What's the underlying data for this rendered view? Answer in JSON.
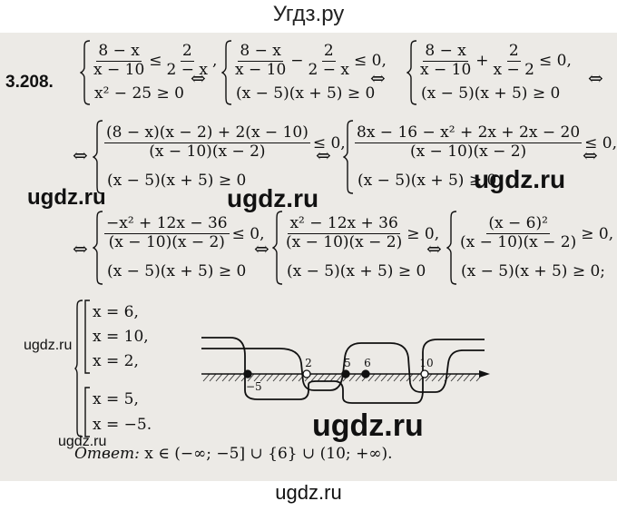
{
  "header": {
    "site_title": "Угдз.ру"
  },
  "footer": {
    "watermark": "ugdz.ru"
  },
  "watermarks": [
    "ugdz.ru",
    "ugdz.ru",
    "ugdz.ru",
    "ugdz.ru",
    "ugdz.ru",
    "ugdz.ru"
  ],
  "problem_number": "3.208.",
  "steps": [
    {
      "rows": [
        {
          "parts": [
            {
              "num": "8 − x",
              "den": "x − 10"
            },
            " ≤ ",
            {
              "num": "2",
              "den": "2 − x"
            },
            ","
          ]
        },
        {
          "parts": [
            "x² − 25 ≥ 0"
          ]
        }
      ]
    },
    {
      "rows": [
        {
          "parts": [
            {
              "num": "8 − x",
              "den": "x − 10"
            },
            " − ",
            {
              "num": "2",
              "den": "2 − x"
            },
            " ≤ 0,"
          ]
        },
        {
          "parts": [
            "(x − 5)(x + 5) ≥ 0"
          ]
        }
      ]
    },
    {
      "rows": [
        {
          "parts": [
            {
              "num": "8 − x",
              "den": "x − 10"
            },
            " + ",
            {
              "num": "2",
              "den": "x − 2"
            },
            " ≤ 0,"
          ]
        },
        {
          "parts": [
            "(x − 5)(x + 5) ≥ 0"
          ]
        }
      ]
    },
    {
      "rows": [
        {
          "parts": [
            {
              "num": "(8 − x)(x − 2) + 2(x − 10)",
              "den": "(x − 10)(x − 2)"
            },
            " ≤ 0,"
          ]
        },
        {
          "parts": [
            "(x − 5)(x + 5) ≥ 0"
          ]
        }
      ]
    },
    {
      "rows": [
        {
          "parts": [
            {
              "num": "8x − 16 − x² + 2x + 2x − 20",
              "den": "(x − 10)(x − 2)"
            },
            " ≤ 0,"
          ]
        },
        {
          "parts": [
            "(x − 5)(x + 5) ≥ 0"
          ]
        }
      ]
    },
    {
      "rows": [
        {
          "parts": [
            {
              "num": "−x² + 12x − 36",
              "den": "(x − 10)(x − 2)"
            },
            " ≤ 0,"
          ]
        },
        {
          "parts": [
            "(x − 5)(x + 5) ≥ 0"
          ]
        }
      ]
    },
    {
      "rows": [
        {
          "parts": [
            {
              "num": "x² − 12x + 36",
              "den": "(x − 10)(x − 2)"
            },
            " ≥ 0,"
          ]
        },
        {
          "parts": [
            "(x − 5)(x + 5) ≥ 0"
          ]
        }
      ]
    },
    {
      "rows": [
        {
          "parts": [
            {
              "num": "(x − 6)²",
              "den": "(x − 10)(x − 2)"
            },
            " ≥ 0,"
          ]
        },
        {
          "parts": [
            "(x − 5)(x + 5) ≥ 0;"
          ]
        }
      ]
    }
  ],
  "equiv_symbol": "⇔",
  "cases": {
    "group1": [
      "x = 6,",
      "x = 10,",
      "x = 2,"
    ],
    "group2": [
      "x = 5,",
      "x = −5."
    ]
  },
  "number_line": {
    "points": [
      {
        "label": "−5",
        "value": -5,
        "filled": true
      },
      {
        "label": "2",
        "value": 2,
        "filled": false
      },
      {
        "label": "5",
        "value": 5,
        "filled": true
      },
      {
        "label": "6",
        "value": 6,
        "filled": true
      },
      {
        "label": "10",
        "value": 10,
        "filled": false
      }
    ]
  },
  "answer": {
    "label": "Ответ:",
    "text": "x ∈ (−∞; −5] ∪ {6} ∪ (10; +∞)."
  }
}
